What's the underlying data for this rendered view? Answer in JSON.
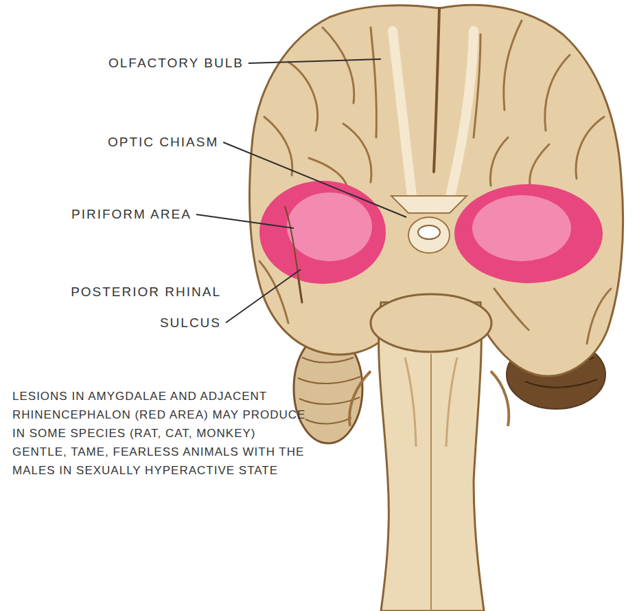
{
  "diagram": {
    "labels": [
      "OLFACTORY BULB",
      "OPTIC CHIASM",
      "PIRIFORM AREA",
      "POSTERIOR RHINAL SULCUS",
      "LESIONS IN AMYGDALAE AND ADJACENT RHINENCEPHALON (RED AREA) MAY PRODUCE IN SOME SPECIES (RAT, CAT, MONKEY) GENTLE, TAME, FEARLESS ANIMALS WITH THE MALES IN SEXUALLY HYPERACTIVE STATE"
    ]
  }
}
